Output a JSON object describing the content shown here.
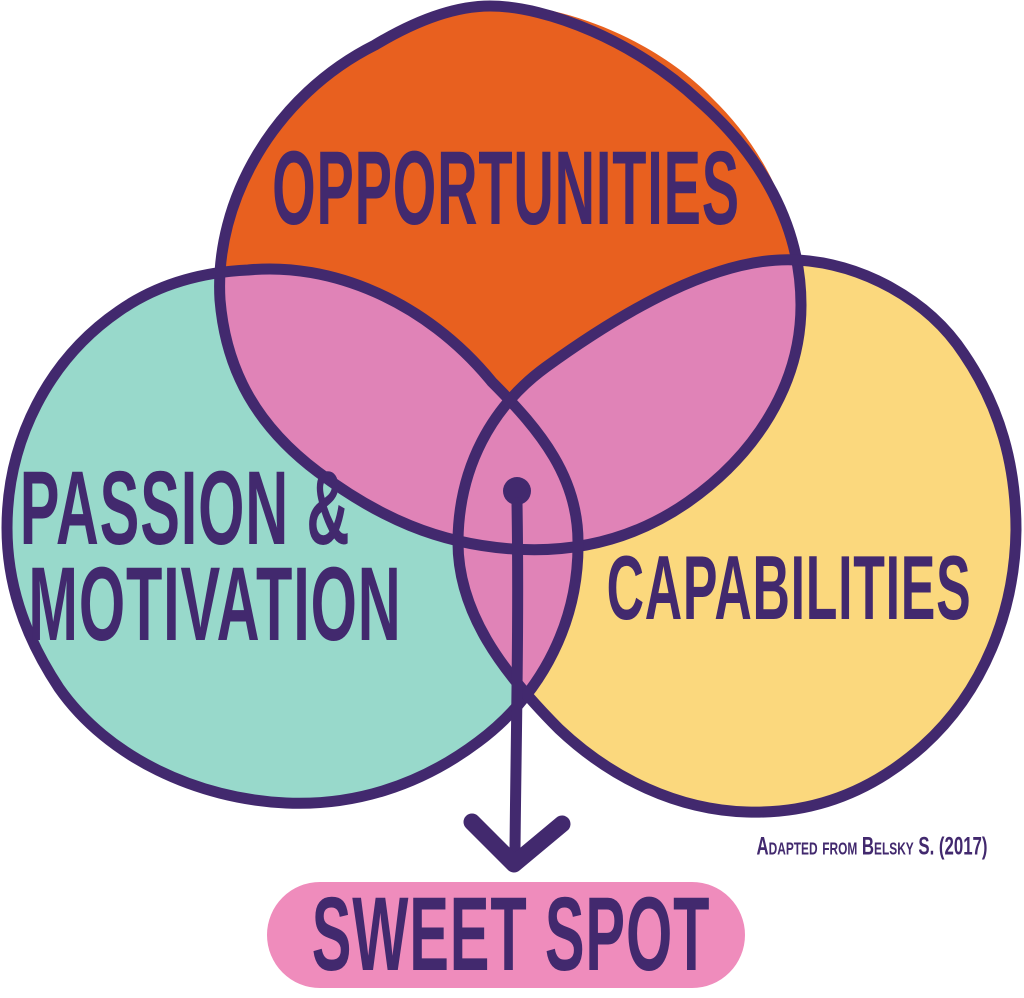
{
  "colors": {
    "background": "#FFFFFF",
    "outline": "#42296E",
    "text": "#42296E",
    "opportunities_fill": "#E8601F",
    "passion_fill": "#98D9CB",
    "capabilities_fill": "#FBD87D",
    "overlap_fill": "#E083B7",
    "sweet_spot_pill_fill": "#EF8CBC"
  },
  "venn": {
    "top_circle_label": "OPPORTUNITIES",
    "left_circle_label_line1": "PASSION &",
    "left_circle_label_line2": "MOTIVATION",
    "right_circle_label": "CAPABILITIES"
  },
  "sweet_spot_label": "SWEET SPOT",
  "attribution": "Adapted from Belsky S. (2017)"
}
